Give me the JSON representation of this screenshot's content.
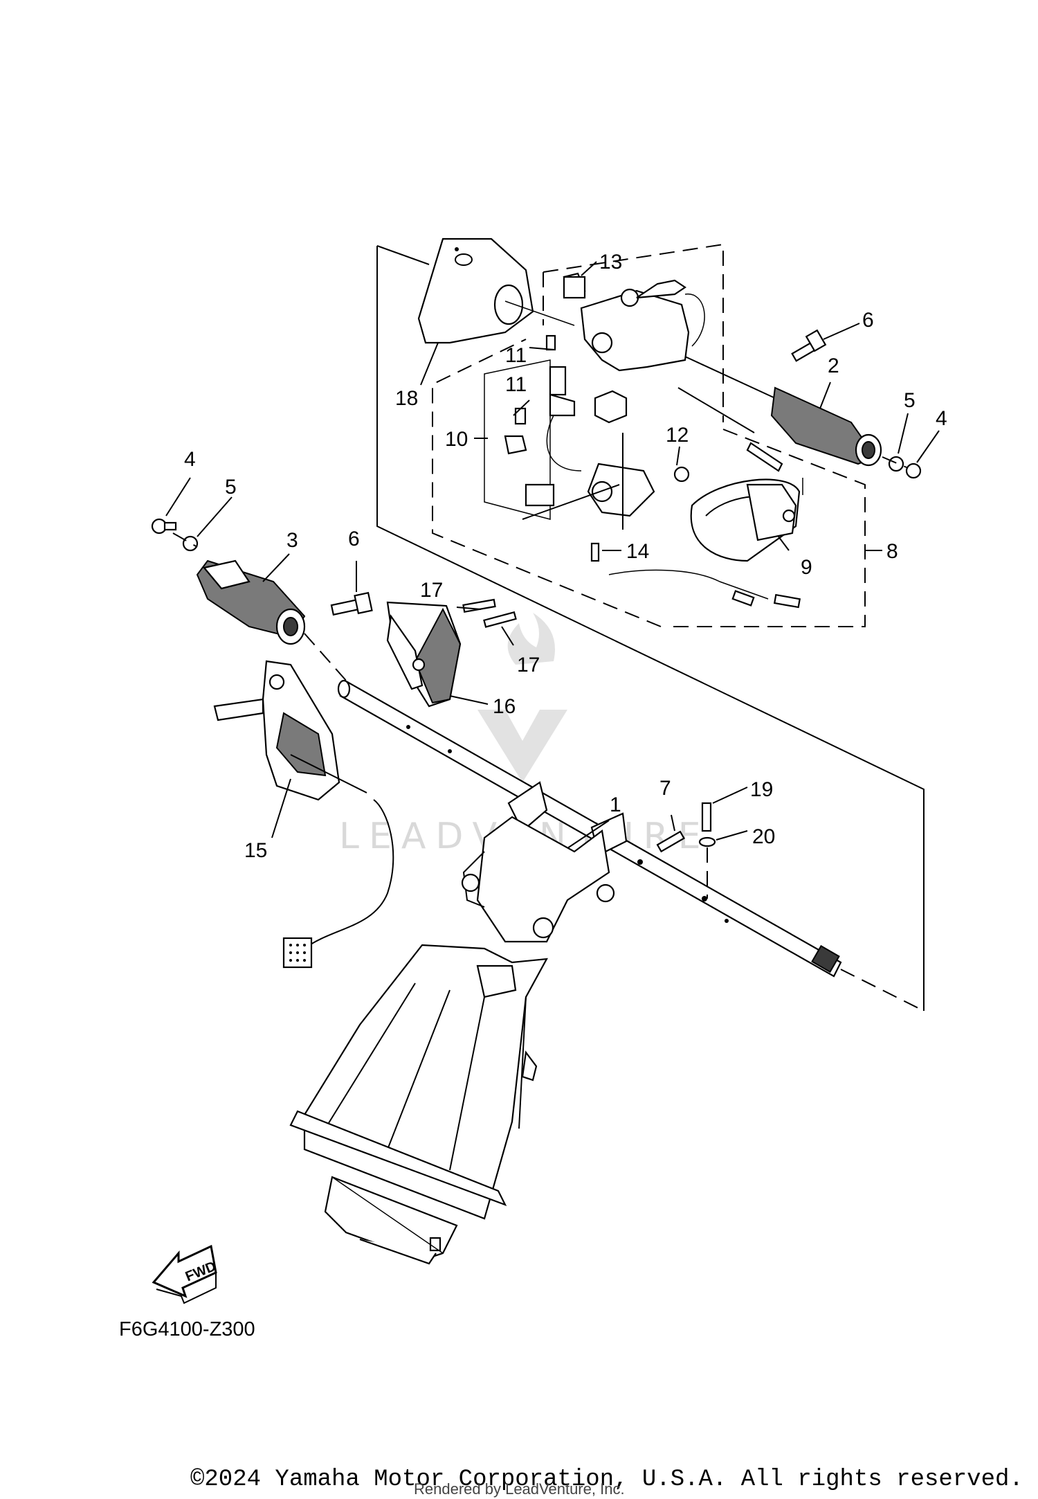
{
  "callouts": [
    {
      "num": "1"
    },
    {
      "num": "2"
    },
    {
      "num": "3"
    },
    {
      "num": "4"
    },
    {
      "num": "4"
    },
    {
      "num": "5"
    },
    {
      "num": "5"
    },
    {
      "num": "6"
    },
    {
      "num": "6"
    },
    {
      "num": "7"
    },
    {
      "num": "8"
    },
    {
      "num": "9"
    },
    {
      "num": "10"
    },
    {
      "num": "11"
    },
    {
      "num": "11"
    },
    {
      "num": "12"
    },
    {
      "num": "13"
    },
    {
      "num": "14"
    },
    {
      "num": "15"
    },
    {
      "num": "16"
    },
    {
      "num": "17"
    },
    {
      "num": "17"
    },
    {
      "num": "18"
    },
    {
      "num": "19"
    },
    {
      "num": "20"
    }
  ],
  "diagram_code": "F6G4100-Z300",
  "fwd_label": "FWD",
  "watermark": "LEADVENTURE",
  "copyright": "©2024 Yamaha Motor Corporation, U.S.A. All rights reserved.",
  "rendered_by": "Rendered by LeadVenture, Inc."
}
